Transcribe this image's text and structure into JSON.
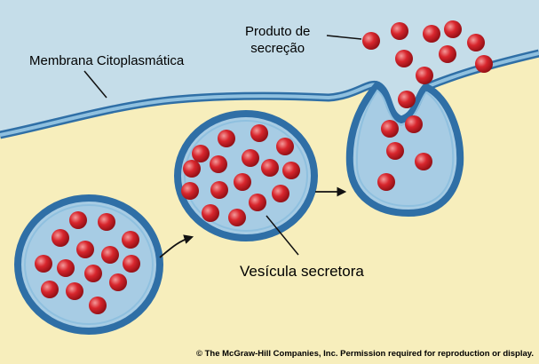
{
  "labels": {
    "membrane": "Membrana Citoplasmática",
    "product_line1": "Produto de",
    "product_line2": "secreção",
    "vesicle": "Vesícula secretora",
    "copyright": "© The McGraw-Hill Companies, Inc.  Permission required for reproduction or display."
  },
  "colors": {
    "background": "#c5dde9",
    "cytoplasm": "#f7eebc",
    "membrane_stroke": "#2f6fa6",
    "membrane_fill": "#8fc0df",
    "vesicle_lumen": "#a7cce4",
    "granule": "#d11c24",
    "granule_highlight": "#f08a8a",
    "arrow": "#111111"
  }
}
